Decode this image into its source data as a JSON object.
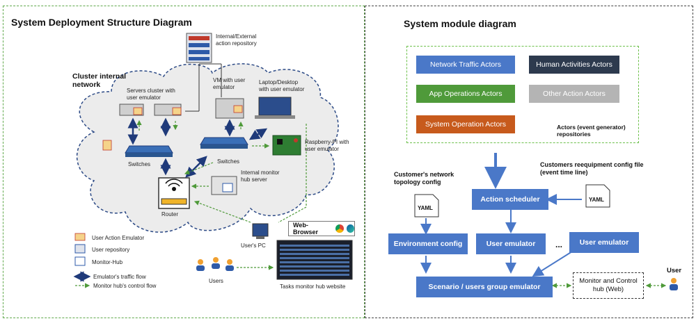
{
  "left_panel": {
    "title": "System Deployment Structure Diagram",
    "cluster_label": "Cluster internal network",
    "nodes": {
      "repository": "Internal/External action repository",
      "servers": "Servers cluster with user emulator",
      "vm": "VM with user emulator",
      "laptop": "Laptop/Desktop with user emulator",
      "raspberry": "Raspberry-PI with user emulator",
      "switches_left": "Switches",
      "switches_right": "Switches",
      "router": "Router",
      "monitor_server": "Internal monitor hub server",
      "users_pc": "User's PC",
      "web_browser": "Web-Browser",
      "users": "Users",
      "website": "Tasks monitor hub website"
    },
    "legend": [
      {
        "icon": "emulator-icon",
        "label": "User Action Emulator"
      },
      {
        "icon": "repository-icon",
        "label": "User repository"
      },
      {
        "icon": "monitor-hub-icon",
        "label": "Monitor-Hub"
      },
      {
        "icon": "traffic-arrow-icon",
        "label": "Emulator's traffic flow"
      },
      {
        "icon": "control-arrow-icon",
        "label": "Monitor hub's control flow"
      }
    ]
  },
  "right_panel": {
    "title": "System module diagram",
    "actors": {
      "network": "Network Traffic Actors",
      "human": "Human Activities Actors",
      "app": "App Operations Actors",
      "other": "Other Action Actors",
      "system": "System Operation Actors",
      "caption": "Actors (event generator) repositories"
    },
    "customer_topology": "Customer's network topology config",
    "customer_requirement": "Customers reequipment config file (event time line)",
    "yaml_left": "YAML",
    "yaml_right": "YAML",
    "action_scheduler": "Action scheduler",
    "environment_config": "Environment config",
    "user_emulator_1": "User emulator",
    "ellipsis": "...",
    "user_emulator_2": "User emulator",
    "scenario": "Scenario / users group emulator",
    "monitor_hub": "Monitor and Control hub (Web)",
    "user": "User"
  },
  "colors": {
    "blue": "#4a78c8",
    "navy": "#2d3a4e",
    "green": "#4f9a3a",
    "gray": "#b4b4b4",
    "orange": "#c75a1c",
    "dashed_green": "#6cc04a"
  }
}
